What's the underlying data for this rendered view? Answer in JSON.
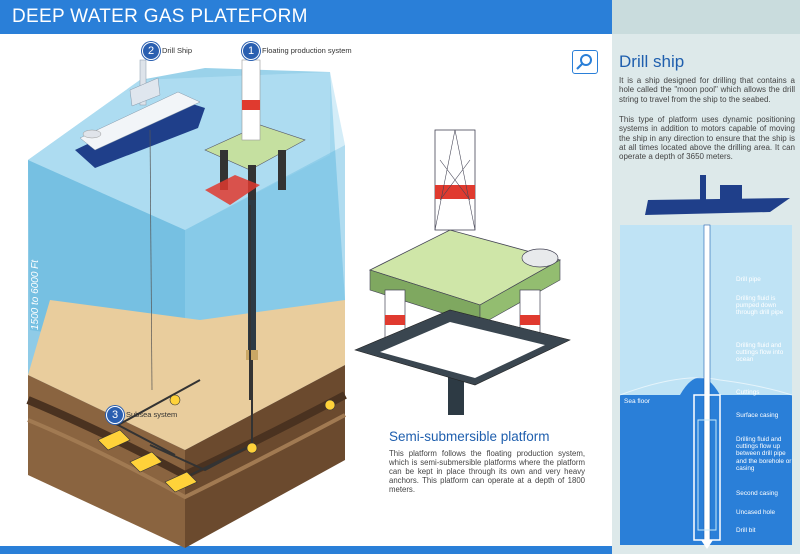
{
  "header": {
    "title": "DEEP WATER GAS PLATEFORM"
  },
  "colors": {
    "accent": "#2a7fd8",
    "title_blue": "#1f5fae",
    "sea": "#9fd3ec",
    "seabed": "#e6c796",
    "platform_green": "#cfe6a8",
    "rig_red": "#e03a2f"
  },
  "diagram": {
    "depth_label": "1500 to 6000 Ft",
    "labels": [
      {
        "num": "1",
        "text": "Floating production system"
      },
      {
        "num": "2",
        "text": "Drill Ship"
      },
      {
        "num": "3",
        "text": "Subsea system"
      }
    ]
  },
  "drill_ship": {
    "title": "Drill ship",
    "p1": "It is a ship designed for drilling that contains a hole called the \"moon pool\" which allows the drill string to travel from the ship to the seabed.",
    "p2": "This type of platform uses dynamic positioning systems in addition to motors capable of moving the ship in any direction to ensure that the ship is at all times located above the drilling area. It can operate a depth of 3650 meters.",
    "sea_floor": "Sea floor",
    "callouts": [
      "Drill pipe",
      "Drilling fluid is pumped down through drill pipe",
      "Drilling fluid and cuttings flow into ocean",
      "Cuttings",
      "Surface casing",
      "Drilling fluid and cuttings flow up between drill pipe and the borehole or casing",
      "Second casing",
      "Uncased hole",
      "Drill bit"
    ]
  },
  "semi_sub": {
    "title": "Semi-submersible platform",
    "text": "This platform follows the floating production system, which is semi-submersible platforms where the platform can be kept in place through its own and very heavy anchors. This platform can operate at a depth of 1800 meters."
  }
}
